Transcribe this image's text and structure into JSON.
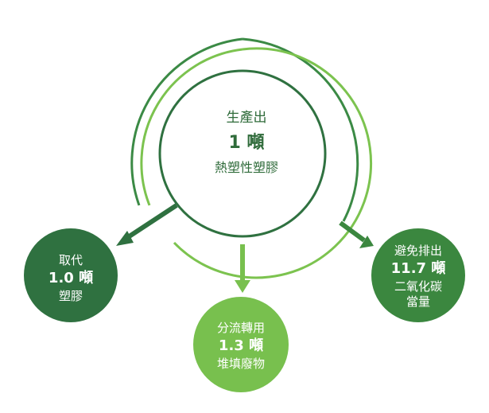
{
  "center": {
    "line1": "生產出",
    "line2": "1 噸",
    "line3": "熱塑性塑膠"
  },
  "left_bubble": {
    "line1": "取代",
    "line2": "1.0 噸",
    "line3": "塑膠"
  },
  "bottom_bubble": {
    "line1": "分流轉用",
    "line2": "1.3 噸",
    "line3": "堆填廢物"
  },
  "right_bubble": {
    "line1": "避免排出",
    "line2": "11.7 噸",
    "line3": "二氧化碳",
    "line4": "當量"
  },
  "colors": {
    "dark_green": "#2f7140",
    "mid_green": "#3b873f",
    "light_green": "#78c04e",
    "text_green": "#2f6b3a"
  }
}
